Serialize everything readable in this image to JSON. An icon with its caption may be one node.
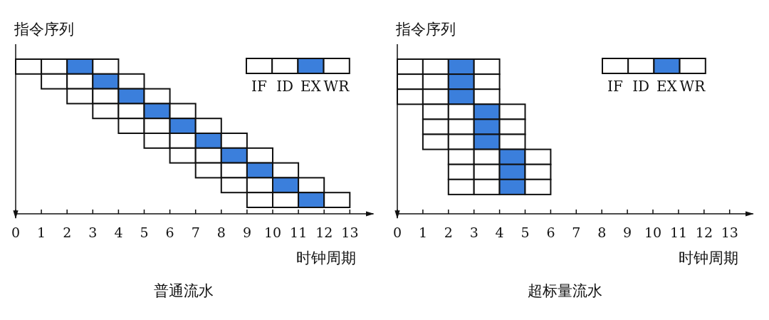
{
  "diagram": {
    "labels": [
      "指令序列",
      "指令序列",
      "0",
      "1",
      "2",
      "3",
      "4",
      "5",
      "6",
      "7",
      "8",
      "9",
      "10",
      "11",
      "12",
      "13",
      "0",
      "1",
      "2",
      "3",
      "4",
      "5",
      "6",
      "7",
      "8",
      "9",
      "10",
      "11",
      "12",
      "13",
      "时钟周期",
      "时钟周期",
      "普通流水",
      "超标量流水"
    ],
    "legend": [
      {
        "text": "IF",
        "color": "#ffffff"
      },
      {
        "text": "ID",
        "color": "#ffffff"
      },
      {
        "text": "EX",
        "color": "#3b7fdc"
      },
      {
        "text": "WR",
        "color": "#ffffff"
      },
      {
        "text": "IF",
        "color": "#ffffff"
      },
      {
        "text": "ID",
        "color": "#ffffff"
      },
      {
        "text": "EX",
        "color": "#3b7fdc"
      },
      {
        "text": "WR",
        "color": "#ffffff"
      }
    ]
  }
}
